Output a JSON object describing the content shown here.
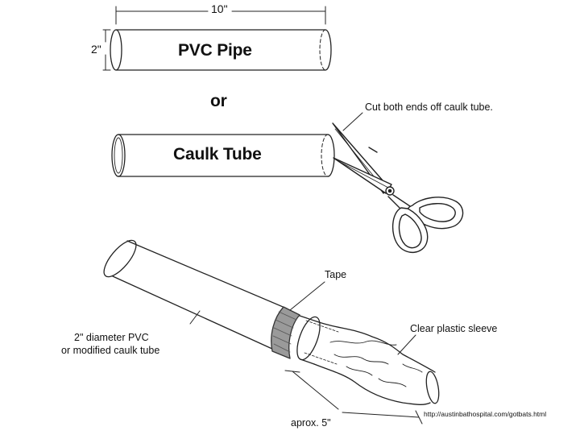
{
  "diagram": {
    "pvc": {
      "label": "PVC Pipe",
      "length_label": "10\"",
      "diameter_label": "2\""
    },
    "or_label": "or",
    "caulk": {
      "label": "Caulk Tube",
      "cut_note": "Cut both ends off caulk tube."
    },
    "assembly": {
      "tape_label": "Tape",
      "pipe_label_line1": "2\" diameter PVC",
      "pipe_label_line2": "or modified caulk tube",
      "sleeve_label": "Clear plastic sleeve",
      "sleeve_length_label": "aprox. 5\""
    },
    "source_url": "http://austinbathospital.com/gotbats.html"
  },
  "icons": [
    "scissors-icon"
  ]
}
